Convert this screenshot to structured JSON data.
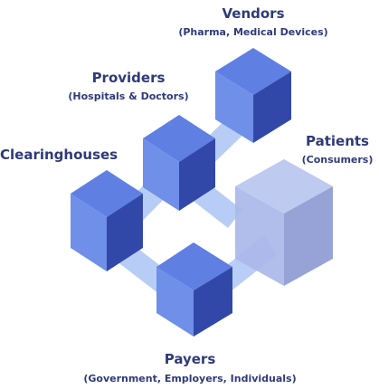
{
  "nodes": {
    "vendors": {
      "title": "Vendors",
      "subtitle": "(Pharma, Medical Devices)"
    },
    "providers": {
      "title": "Providers",
      "subtitle": "(Hospitals & Doctors)"
    },
    "clearinghouses": {
      "title": "Clearinghouses",
      "subtitle": ""
    },
    "patients": {
      "title": "Patients",
      "subtitle": "(Consumers)"
    },
    "payers": {
      "title": "Payers",
      "subtitle": "(Government, Employers, Individuals)"
    }
  },
  "colors": {
    "label": "#2f3a7a",
    "cube_top": "#5f7fe3",
    "cube_left": "#6f8fe9",
    "cube_right": "#3248a8",
    "patient_top": "#b9c5ee",
    "patient_left": "#aab7e8",
    "patient_right": "#8e9bd2",
    "connector": "#7fa6ee"
  }
}
